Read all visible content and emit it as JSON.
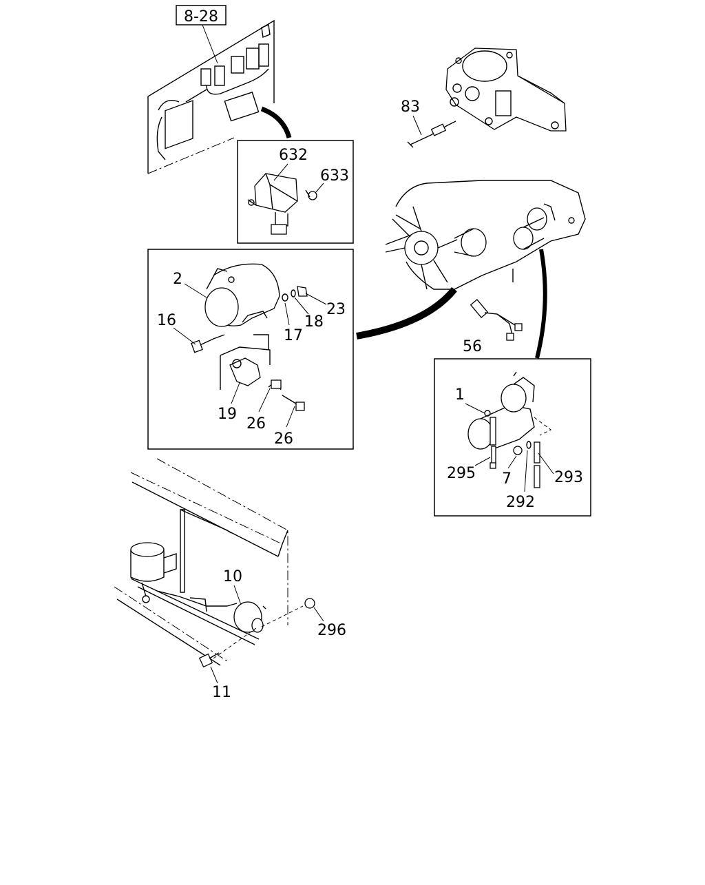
{
  "reference": "8-28",
  "callouts": {
    "c632": "632",
    "c633": "633",
    "c83": "83",
    "c2": "2",
    "c16": "16",
    "c17": "17",
    "c18": "18",
    "c23": "23",
    "c19": "19",
    "c26a": "26",
    "c26b": "26",
    "c56": "56",
    "c1": "1",
    "c295": "295",
    "c7": "7",
    "c292": "292",
    "c293": "293",
    "c10": "10",
    "c296": "296",
    "c11": "11"
  }
}
